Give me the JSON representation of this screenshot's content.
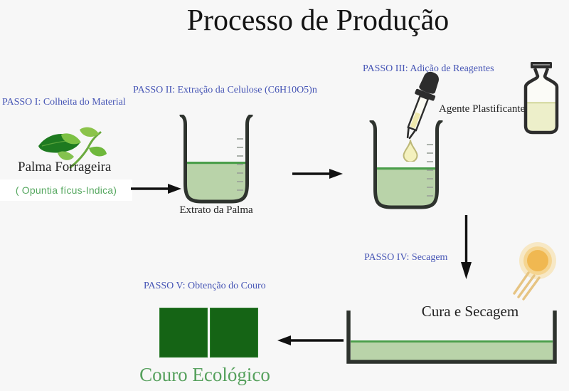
{
  "title": "Processo de Produção",
  "steps": [
    {
      "label": "PASSO I: Colheita do Material",
      "material": "Palma Forrageira",
      "scientific_name": "( Opuntia fícus-Indica)"
    },
    {
      "label": "PASSO II: Extração da Celulose (C6H10O5)n",
      "caption": "Extrato da Palma"
    },
    {
      "label": "PASSO III: Adição de Reagentes",
      "reagent_label": "Agente Plastificante"
    },
    {
      "label": "PASSO IV: Secagem",
      "caption": "Cura e Secagem"
    },
    {
      "label": "PASSO V: Obtenção do Couro",
      "product": "Couro Ecológico"
    }
  ],
  "icons": {
    "plant-branch-icon": "branch with dark and light green leaves",
    "beaker-icon": "lab beaker with green extract and graduation ticks",
    "dropper-icon": "black-bulb pipette tilted, dispensing drop",
    "droplet-icon": "pale yellow falling drop",
    "reagent-bottle-icon": "stoppered bottle with pale yellow liquid",
    "sun-icon": "glowing sun with three diagonal rays",
    "drying-tray-icon": "wide shallow tray with green layer",
    "leather-sheets-icon": "two dark green leather squares",
    "arrow-right-icon": "solid black arrow",
    "arrow-down-icon": "solid black arrow",
    "arrow-left-icon": "solid black arrow"
  },
  "colors": {
    "background": "#f7f7f7",
    "step_label_blue": "#4655b5",
    "outline_dark": "#2e332e",
    "liquid_green": "#b9d3a9",
    "liquid_surface_green": "#4a9e4a",
    "leather_green": "#156415",
    "product_text_green": "#55a05c",
    "scientific_text_green": "#56a860",
    "reagent_yellow": "#efe9ae",
    "sun_orange": "#f0b851"
  }
}
